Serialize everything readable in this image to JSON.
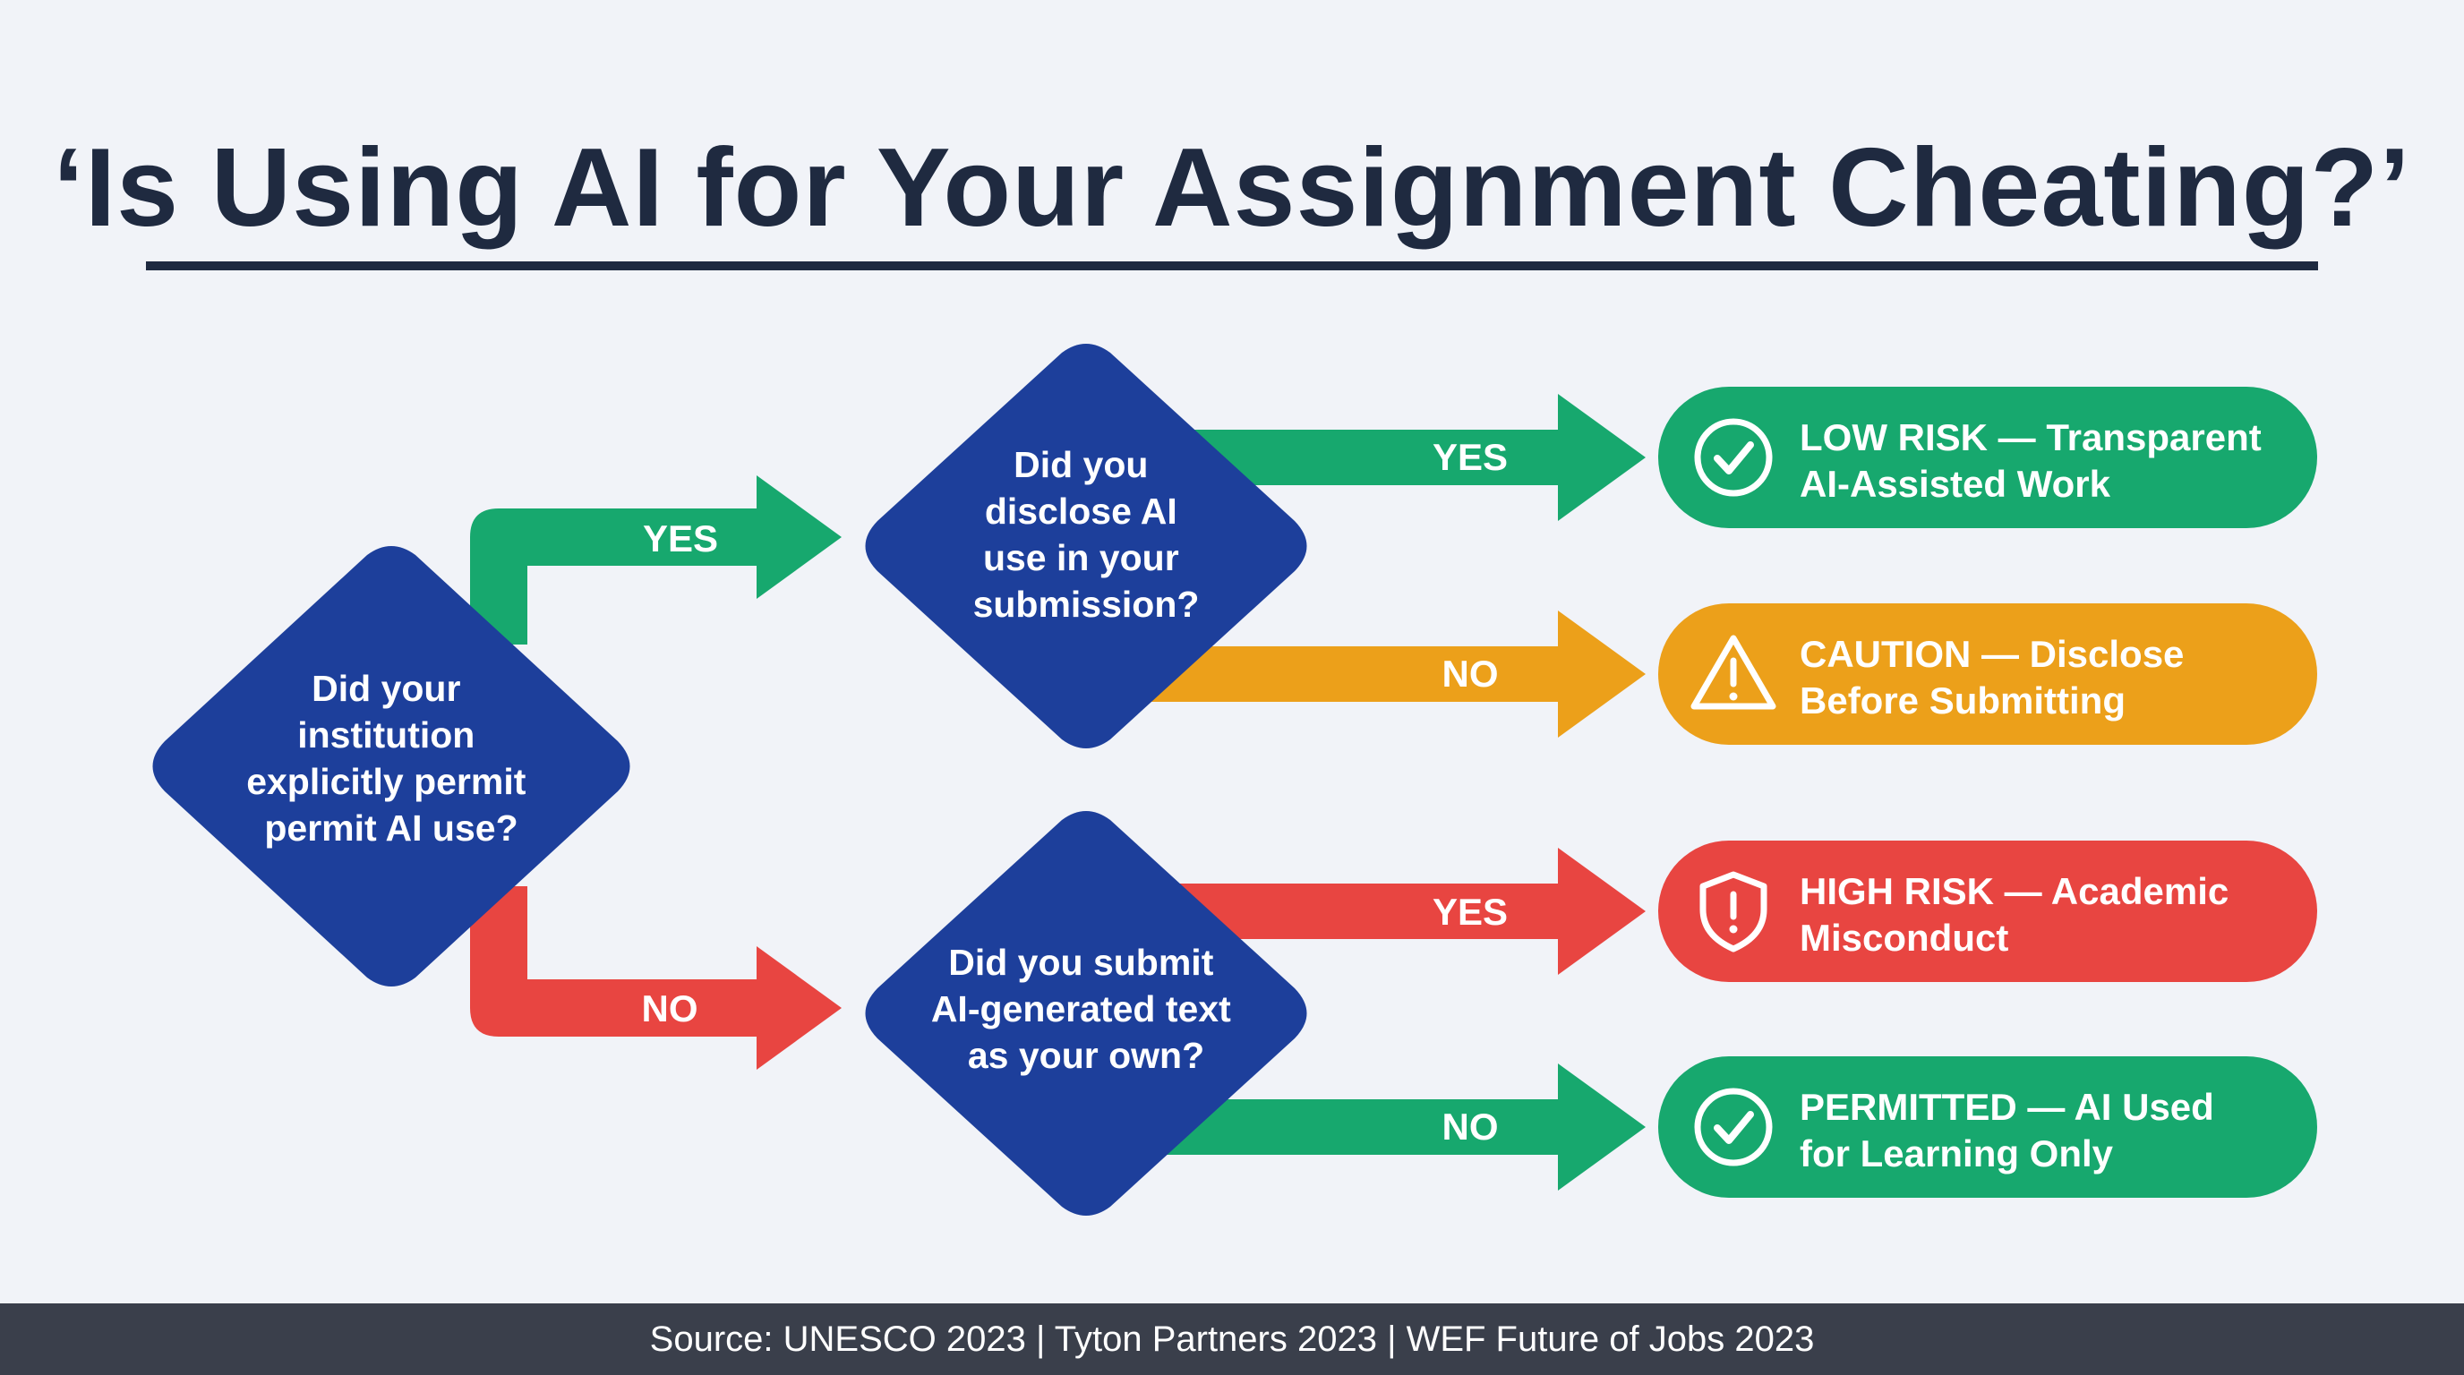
{
  "title": "‘Is Using AI for Your Assignment Cheating?’",
  "colors": {
    "diamond": "#1d3f9b",
    "green": "#17a86e",
    "amber": "#eca01a",
    "red": "#e84541",
    "title": "#1f2a40",
    "footer": "#3a3f4b"
  },
  "decisions": {
    "d1": {
      "lines": [
        "Did your",
        "institution",
        "explicitly permit",
        "permit AI use?"
      ]
    },
    "d2": {
      "lines": [
        "Did you",
        "disclose AI",
        "use in your",
        "submission?"
      ]
    },
    "d3": {
      "lines": [
        "Did you submit",
        "AI-generated text",
        "as your own?"
      ]
    }
  },
  "branches": {
    "d1_yes": "YES",
    "d1_no": "NO",
    "d2_yes": "YES",
    "d2_no": "NO",
    "d3_yes": "YES",
    "d3_no": "NO"
  },
  "outcomes": [
    {
      "icon": "check-circle-icon",
      "lines": [
        "LOW RISK — Transparent",
        "AI-Assisted Work"
      ]
    },
    {
      "icon": "warning-triangle-icon",
      "lines": [
        "CAUTION — Disclose",
        "Before Submitting"
      ]
    },
    {
      "icon": "shield-alert-icon",
      "lines": [
        "HIGH RISK — Academic",
        "Misconduct"
      ]
    },
    {
      "icon": "check-circle-icon",
      "lines": [
        "PERMITTED — AI Used",
        "for Learning Only"
      ]
    }
  ],
  "footer": {
    "source": "Source: UNESCO 2023 | Tyton Partners 2023 | WEF Future of Jobs 2023"
  }
}
